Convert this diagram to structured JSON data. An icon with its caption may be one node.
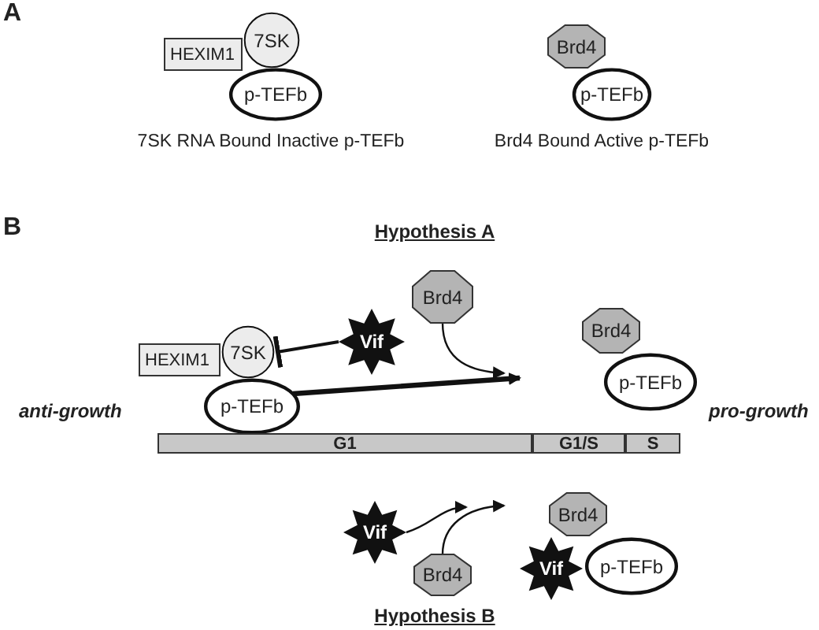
{
  "diagram": {
    "nodes": [
      {
        "text": [
          "HEXIM1"
        ]
      },
      {
        "text": [
          "7SK"
        ]
      },
      {
        "text": [
          "p-TEFb"
        ]
      },
      {
        "text": [
          "Brd4"
        ]
      },
      {
        "text": [
          "p-TEFb"
        ]
      },
      {
        "text": [
          "HEXIM1"
        ]
      },
      {
        "text": [
          "7SK"
        ]
      },
      {
        "text": [
          "p-TEFb"
        ]
      },
      {
        "text": [
          "Vif"
        ]
      },
      {
        "text": [
          "Brd4"
        ]
      },
      {
        "text": [
          "Brd4"
        ]
      },
      {
        "text": [
          "p-TEFb"
        ]
      },
      {
        "text": [
          "G1"
        ]
      },
      {
        "text": [
          "G1/S"
        ]
      },
      {
        "text": [
          "S"
        ]
      },
      {
        "text": [
          "Vif"
        ]
      },
      {
        "text": [
          "Brd4"
        ]
      },
      {
        "text": [
          "Brd4"
        ]
      },
      {
        "text": [
          "Vif"
        ]
      },
      {
        "text": [
          "p-TEFb"
        ]
      }
    ],
    "edges": [
      {
        "from": 8,
        "to": 6,
        "arrow": "other"
      },
      {
        "from": 9,
        "to": null,
        "arrow": "to"
      },
      {
        "from": 7,
        "to": null,
        "arrow": "to",
        "style": "thick"
      },
      {
        "from": 15,
        "to": null,
        "arrow": "to"
      },
      {
        "from": 16,
        "to": null,
        "arrow": "to"
      }
    ],
    "labels": [
      "A",
      "7SK RNA Bound Inactive p-TEFb",
      "Brd4 Bound Active p-TEFb",
      "B",
      "Hypothesis A",
      "anti-growth",
      "pro-growth",
      "Hypothesis B"
    ]
  }
}
